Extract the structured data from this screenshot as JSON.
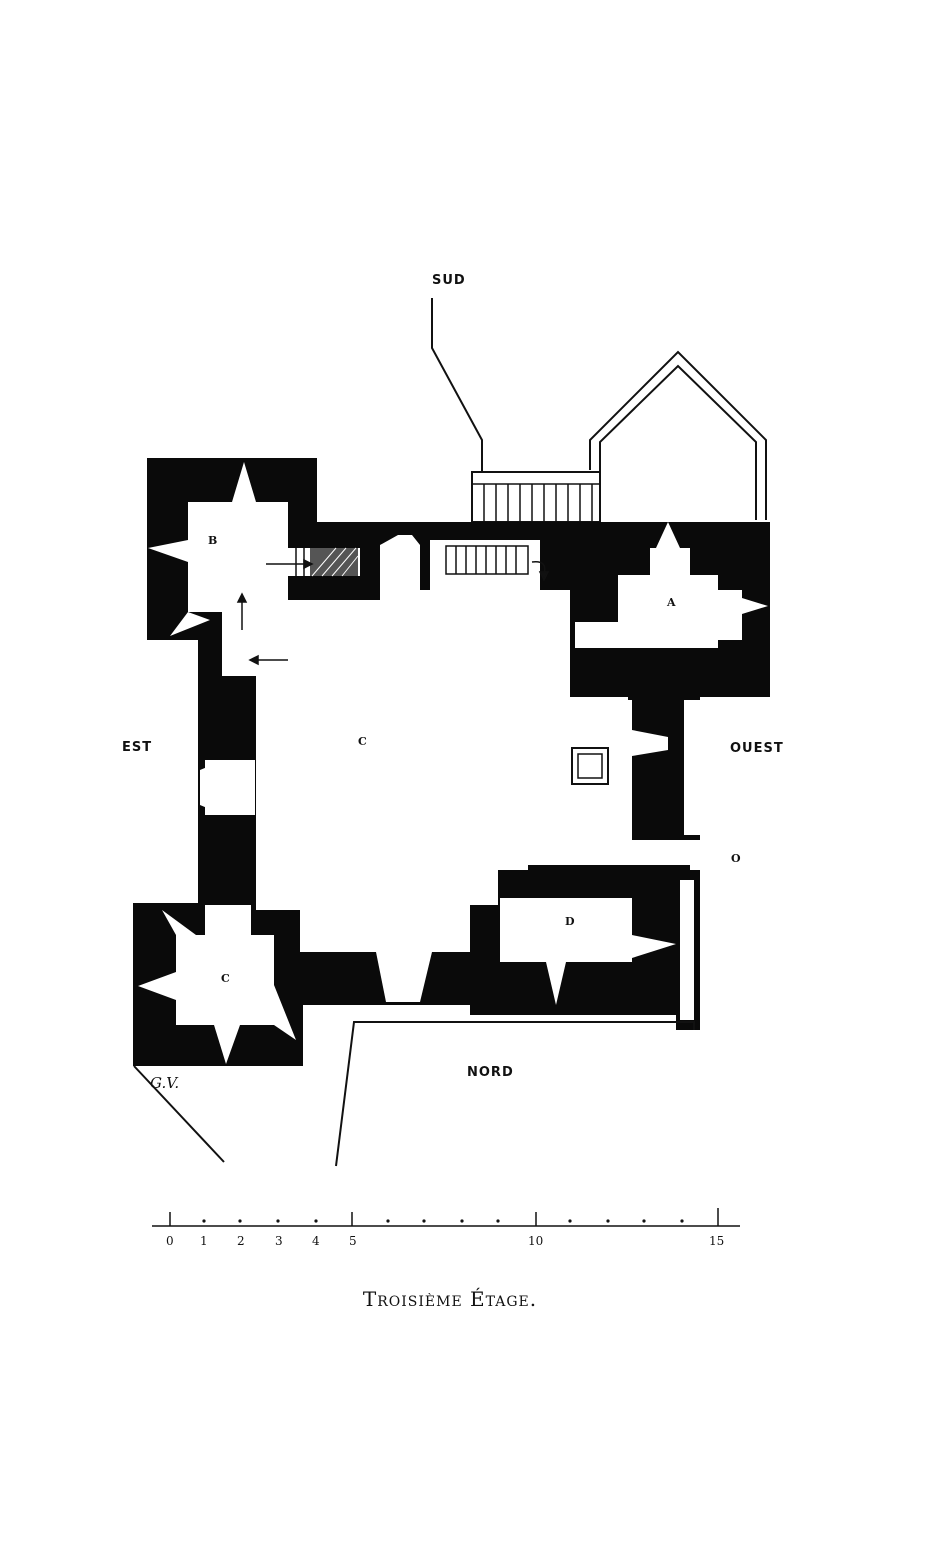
{
  "orientation": {
    "south": "SUD",
    "north": "NORD",
    "east": "EST",
    "west": "OUEST"
  },
  "rooms": {
    "a": "A",
    "b": "B",
    "c_main": "C",
    "c_corner": "C",
    "d": "D",
    "o": "O"
  },
  "signature": "G.V.",
  "scale": {
    "ticks": [
      "0",
      "1",
      "2",
      "3",
      "4",
      "5",
      "10",
      "15"
    ]
  },
  "caption": "Troisième Étage."
}
